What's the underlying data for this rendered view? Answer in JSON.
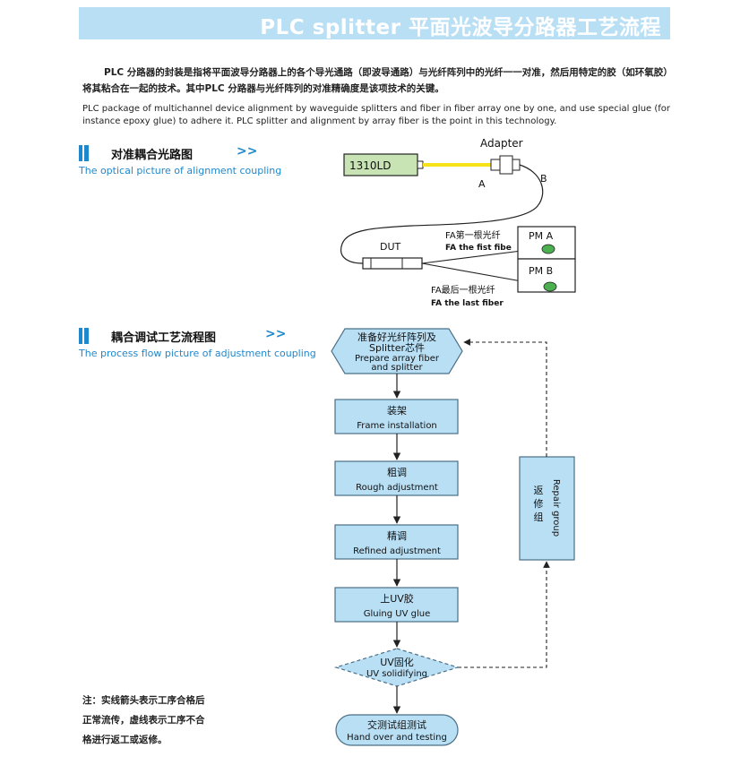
{
  "header": {
    "title": "PLC splitter 平面光波导分路器工艺流程"
  },
  "intro": {
    "cn": "PLC 分路器的封装是指将平面波导分路器上的各个导光通路（即波导通路）与光纤阵列中的光纤一一对准，然后用特定的胶（如环氧胶）将其粘合在一起的技术。其中PLC 分路器与光纤阵列的对准精确度是该项技术的关键。",
    "en": "PLC package of multichannel device alignment by waveguide splitters and fiber in fiber array one by one, and use special glue (for instance epoxy glue) to adhere it. PLC splitter and alignment by array fiber is the point in this technology."
  },
  "section1": {
    "title_cn": "对准耦合光路图",
    "arrow": ">>",
    "title_en": "The optical picture of alignment coupling"
  },
  "section2": {
    "title_cn": "耦合调试工艺流程图",
    "arrow": ">>",
    "title_en": "The process flow picture of adjustment coupling"
  },
  "optical": {
    "source": "1310LD",
    "adapter": "Adapter",
    "label_a": "A",
    "label_b": "B",
    "dut": "DUT",
    "fa_first_cn": "FA第一根光纤",
    "fa_first_en": "FA the fist fibe",
    "fa_last_cn": "FA最后一根光纤",
    "fa_last_en": "FA the last fiber",
    "pm_a": "PM  A",
    "pm_b": "PM  B",
    "colors": {
      "fiber": "#f5e21a",
      "source_fill": "#c8e3b4",
      "detector": "#4caf50"
    }
  },
  "flow": {
    "colors": {
      "box_fill": "#b9dff5",
      "box_stroke": "#4a6f86"
    },
    "step1_cn": "准备好光纤阵列及",
    "step1_cn2": "Splitter芯件",
    "step1_en": "Prepare array fiber",
    "step1_en2": "and splitter",
    "step2_cn": "装架",
    "step2_en": "Frame installation",
    "step3_cn": "粗调",
    "step3_en": "Rough adjustment",
    "step4_cn": "精调",
    "step4_en": "Refined adjustment",
    "step5_cn": "上UV胶",
    "step5_en": "Gluing UV glue",
    "step6_cn": "UV固化",
    "step6_en": "UV solidifying",
    "step7_cn": "交测试组测试",
    "step7_en": "Hand over and testing",
    "repair_cn1": "返",
    "repair_cn2": "修",
    "repair_cn3": "组",
    "repair_en": "Repair group"
  },
  "note": {
    "line1": "注：实线箭头表示工序合格后",
    "line2": "正常流传，虚线表示工序不合",
    "line3": "格进行返工或返修。"
  }
}
